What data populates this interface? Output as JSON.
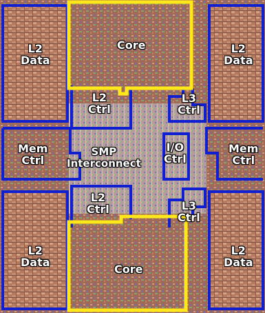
{
  "labels": {
    "l2_data_tl": [
      "L2",
      "Data"
    ],
    "core_top": "Core",
    "l2_data_tr": [
      "L2",
      "Data"
    ],
    "l2_ctrl_top": [
      "L2",
      "Ctrl"
    ],
    "l3_ctrl_top": [
      "L3",
      "Ctrl"
    ],
    "mem_ctrl_left": [
      "Mem",
      "Ctrl"
    ],
    "smp_interconnect": [
      "SMP",
      "Interconnect"
    ],
    "io_ctrl": [
      "I/O",
      "Ctrl"
    ],
    "mem_ctrl_right": [
      "Mem",
      "Ctrl"
    ],
    "l2_ctrl_bottom": [
      "L2",
      "Ctrl"
    ],
    "l3_ctrl_bottom": [
      "L3",
      "Ctrl"
    ],
    "l2_data_bl": [
      "L2",
      "Data"
    ],
    "core_bottom": "Core",
    "l2_data_br": [
      "L2",
      "Data"
    ]
  },
  "colors": {
    "block_outline": "#1020d0",
    "core_outline": "#ffe81a",
    "label_text": "#ffffff",
    "die_copper": "#a8745f"
  }
}
